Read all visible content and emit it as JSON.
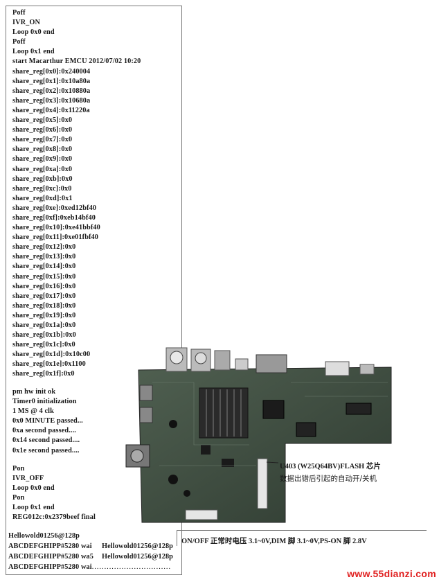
{
  "log": {
    "top": [
      "Poff",
      "IVR_ON",
      "Loop 0x0 end",
      "Poff",
      "Loop 0x1 end",
      "start Macarthur EMCU 2012/07/02 10:20",
      "share_reg[0x0]:0x240004",
      "share_reg[0x1]:0x10a80a",
      "share_reg[0x2]:0x10880a",
      "share_reg[0x3]:0x10680a",
      "share_reg[0x4]:0x11220a",
      "share_reg[0x5]:0x0",
      "share_reg[0x6]:0x0",
      "share_reg[0x7]:0x0",
      "share_reg[0x8]:0x0",
      "share_reg[0x9]:0x0",
      "share_reg[0xa]:0x0",
      "share_reg[0xb]:0x0",
      "share_reg[0xc]:0x0",
      "share_reg[0xd]:0x1",
      "share_reg[0xe]:0xed12bf40",
      "share_reg[0xf]:0xeb14bf40",
      "share_reg[0x10]:0xe41bbf40",
      "share_reg[0x11]:0xe01fbf40",
      "share_reg[0x12]:0x0",
      "share_reg[0x13]:0x0",
      "share_reg[0x14]:0x0",
      "share_reg[0x15]:0x0",
      "share_reg[0x16]:0x0",
      "share_reg[0x17]:0x0",
      "share_reg[0x18]:0x0",
      "share_reg[0x19]:0x0",
      "share_reg[0x1a]:0x0",
      "share_reg[0x1b]:0x0",
      "share_reg[0x1c]:0x0",
      "share_reg[0x1d]:0x10c00",
      "share_reg[0x1e]:0x1100",
      "share_reg[0x1f]:0x0"
    ],
    "middle": [
      "pm hw init ok",
      "Timer0 initialization",
      "1 MS @ 4 clk",
      "0x0 MINUTE passed...",
      "0xa second passed....",
      "0x14 second passed....",
      "0x1e second passed...."
    ],
    "bottom": [
      "Pon",
      "IVR_OFF",
      "Loop 0x0 end",
      "Pon",
      "Loop 0x1 end",
      "REG012c:0x2379beef final"
    ],
    "serial": {
      "line1": "Hellowold01256@128p",
      "line2_left": "ABCDEFGHIPP#5280 wai",
      "line2_right": "Hellowold01256@128p",
      "line3_left": "ABCDEFGHIPP#5280 wa5",
      "line3_right": "Hellowold01256@128p",
      "line4_left": "ABCDEFGHIPP#5280 wai",
      "line4_dots": "................................"
    }
  },
  "annotations": {
    "chip": "U403 (W25Q64BV)FLASH 芯片",
    "chip_note": "数据出错后引起的自动开/关机",
    "power_note": "ON/OFF 正常时电压 3.1~0V,DIM 脚 3.1~0V,PS-ON 脚 2.8V"
  },
  "watermark": "www.55dianzi.com",
  "colors": {
    "board_green": "#3a4a3a",
    "watermark_red": "#e02020"
  }
}
